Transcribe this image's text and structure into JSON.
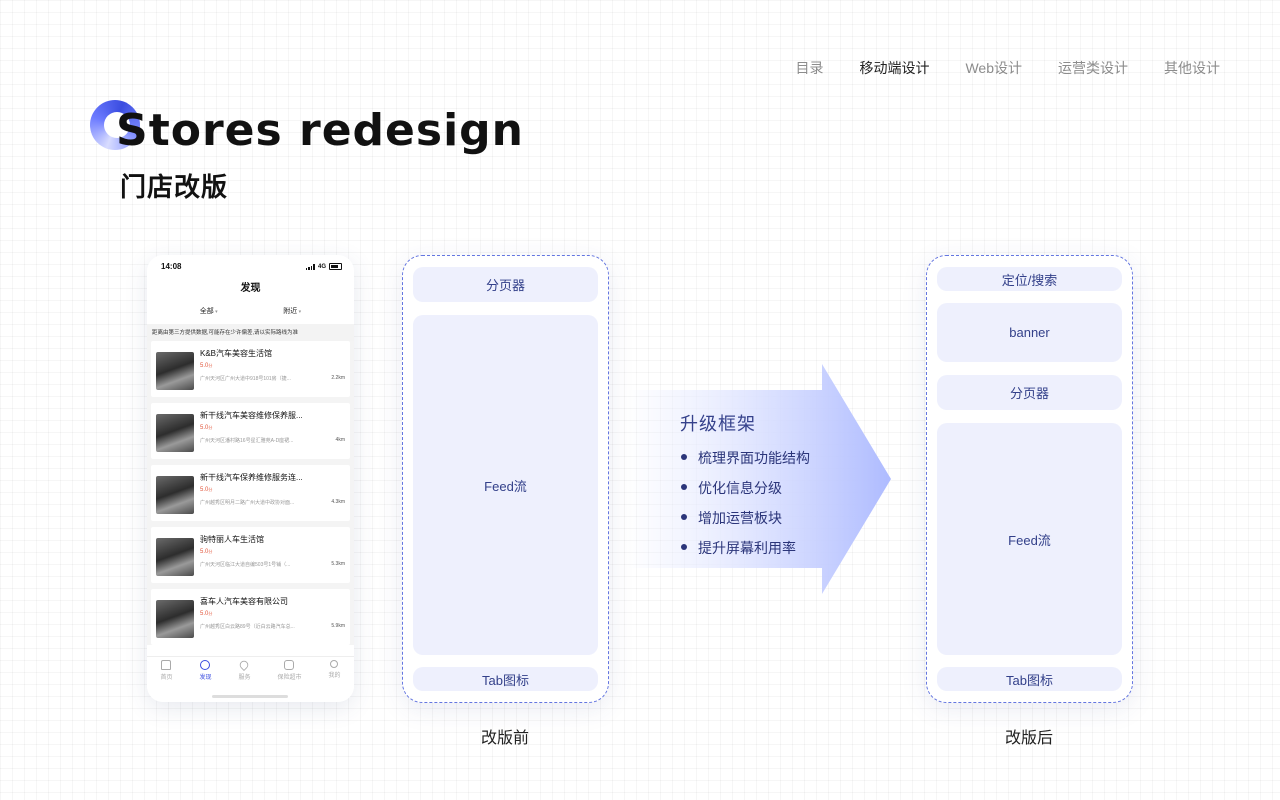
{
  "nav": {
    "items": [
      {
        "label": "目录"
      },
      {
        "label": "移动端设计"
      },
      {
        "label": "Web设计"
      },
      {
        "label": "运营类设计"
      },
      {
        "label": "其他设计"
      }
    ],
    "active_index": 1
  },
  "header": {
    "title_en": "Stores redesign",
    "title_cn": "门店改版"
  },
  "phone": {
    "time": "14:08",
    "network": "4G",
    "page_title": "发现",
    "filters": [
      "全部",
      "附近"
    ],
    "notice": "距离由第三方提供数据,可能存在少许偏差,请以实际路线为准",
    "stores": [
      {
        "name": "K&B汽车美容生活馆",
        "rating": "5.0",
        "rating_unit": "分",
        "address": "广州天河区广州大道中918号101房（捷...",
        "distance": "2.2km"
      },
      {
        "name": "新干线汽车美容维修保养服...",
        "rating": "5.0",
        "rating_unit": "分",
        "address": "广州天河区潘村路16号星汇雅苑A-D座裙...",
        "distance": "4km"
      },
      {
        "name": "新干线汽车保养维修服务连...",
        "rating": "5.0",
        "rating_unit": "分",
        "address": "广州越秀区明月二路广州大道中政协对面...",
        "distance": "4.3km"
      },
      {
        "name": "驹特丽人车生活馆",
        "rating": "5.0",
        "rating_unit": "分",
        "address": "广州天河区临江大道自编503号1号铺（...",
        "distance": "5.3km"
      },
      {
        "name": "喜车人汽车美容有限公司",
        "rating": "5.0",
        "rating_unit": "分",
        "address": "广州越秀区白云路89号（近白云路汽车总...",
        "distance": "5.9km"
      }
    ],
    "tabs": [
      {
        "label": "首页",
        "icon": "home-icon"
      },
      {
        "label": "发现",
        "icon": "discover-icon"
      },
      {
        "label": "服务",
        "icon": "heart-icon"
      },
      {
        "label": "保险超市",
        "icon": "shop-icon"
      },
      {
        "label": "我的",
        "icon": "user-icon"
      }
    ],
    "active_tab": 1
  },
  "before": {
    "blocks": [
      "分页器",
      "Feed流",
      "Tab图标"
    ],
    "caption": "改版前"
  },
  "upgrade": {
    "title": "升级框架",
    "points": [
      "梳理界面功能结构",
      "优化信息分级",
      "增加运营板块",
      "提升屏幕利用率"
    ]
  },
  "after": {
    "blocks": [
      "定位/搜索",
      "banner",
      "分页器",
      "Feed流",
      "Tab图标"
    ],
    "caption": "改版后"
  },
  "colors": {
    "accent": "#3b4de0",
    "block_fill": "#eef0fd",
    "block_text": "#33408a",
    "frame_border": "#6476e0",
    "rating": "#e2583e"
  }
}
